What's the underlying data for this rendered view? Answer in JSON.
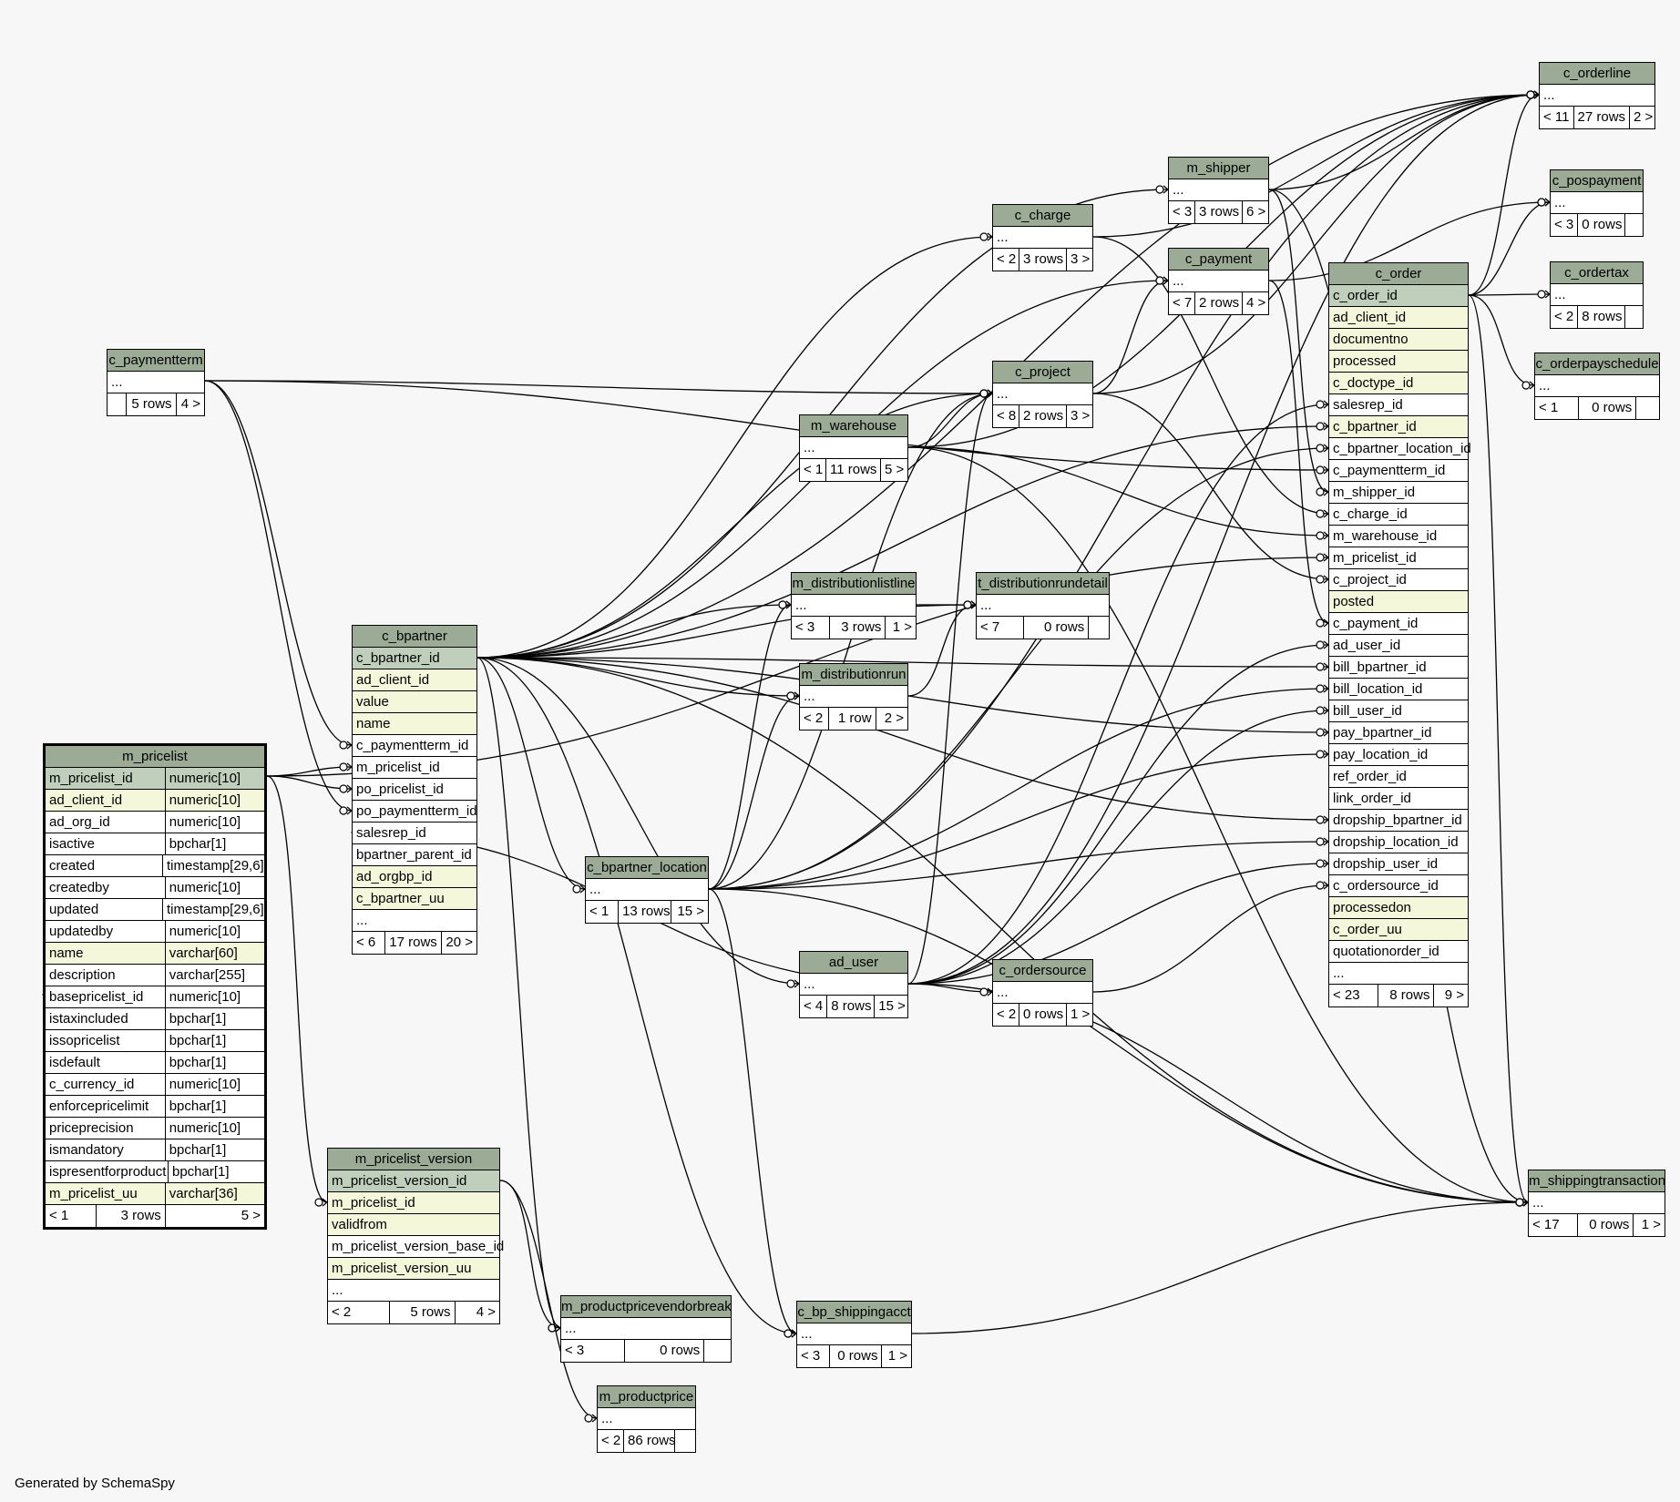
{
  "footer": "Generated by SchemaSpy",
  "colors": {
    "header": "#9bab96",
    "pk": "#bfcfbb",
    "fk": "#f4f7da",
    "background": "#f7f7f7"
  },
  "tables": [
    {
      "id": "c_orderline",
      "title": "c_orderline",
      "rows": [
        {
          "cols": [
            "..."
          ]
        }
      ],
      "footer": [
        "< 11",
        "27 rows",
        "2 >"
      ]
    },
    {
      "id": "m_shipper",
      "title": "m_shipper",
      "rows": [
        {
          "cols": [
            "..."
          ]
        }
      ],
      "footer": [
        "< 3",
        "3 rows",
        "6 >"
      ]
    },
    {
      "id": "c_pospayment",
      "title": "c_pospayment",
      "rows": [
        {
          "cols": [
            "..."
          ]
        }
      ],
      "footer": [
        "< 3",
        "0 rows",
        ""
      ]
    },
    {
      "id": "c_charge",
      "title": "c_charge",
      "rows": [
        {
          "cols": [
            "..."
          ]
        }
      ],
      "footer": [
        "< 2",
        "3 rows",
        "3 >"
      ]
    },
    {
      "id": "c_payment",
      "title": "c_payment",
      "rows": [
        {
          "cols": [
            "..."
          ]
        }
      ],
      "footer": [
        "< 7",
        "2 rows",
        "4 >"
      ]
    },
    {
      "id": "c_ordertax",
      "title": "c_ordertax",
      "rows": [
        {
          "cols": [
            "..."
          ]
        }
      ],
      "footer": [
        "< 2",
        "8 rows",
        ""
      ]
    },
    {
      "id": "c_orderpayschedule",
      "title": "c_orderpayschedule",
      "rows": [
        {
          "cols": [
            "..."
          ]
        }
      ],
      "footer": [
        "< 1",
        "0 rows",
        ""
      ]
    },
    {
      "id": "c_order",
      "title": "c_order",
      "rows": [
        {
          "cols": [
            "c_order_id"
          ],
          "kind": "pk"
        },
        {
          "cols": [
            "ad_client_id"
          ],
          "kind": "fk"
        },
        {
          "cols": [
            "documentno"
          ],
          "kind": "fk"
        },
        {
          "cols": [
            "processed"
          ],
          "kind": "fk"
        },
        {
          "cols": [
            "c_doctype_id"
          ],
          "kind": "fk"
        },
        {
          "cols": [
            "salesrep_id"
          ]
        },
        {
          "cols": [
            "c_bpartner_id"
          ],
          "kind": "fk"
        },
        {
          "cols": [
            "c_bpartner_location_id"
          ]
        },
        {
          "cols": [
            "c_paymentterm_id"
          ]
        },
        {
          "cols": [
            "m_shipper_id"
          ]
        },
        {
          "cols": [
            "c_charge_id"
          ]
        },
        {
          "cols": [
            "m_warehouse_id"
          ]
        },
        {
          "cols": [
            "m_pricelist_id"
          ]
        },
        {
          "cols": [
            "c_project_id"
          ]
        },
        {
          "cols": [
            "posted"
          ],
          "kind": "fk"
        },
        {
          "cols": [
            "c_payment_id"
          ]
        },
        {
          "cols": [
            "ad_user_id"
          ]
        },
        {
          "cols": [
            "bill_bpartner_id"
          ]
        },
        {
          "cols": [
            "bill_location_id"
          ]
        },
        {
          "cols": [
            "bill_user_id"
          ]
        },
        {
          "cols": [
            "pay_bpartner_id"
          ]
        },
        {
          "cols": [
            "pay_location_id"
          ]
        },
        {
          "cols": [
            "ref_order_id"
          ]
        },
        {
          "cols": [
            "link_order_id"
          ]
        },
        {
          "cols": [
            "dropship_bpartner_id"
          ]
        },
        {
          "cols": [
            "dropship_location_id"
          ]
        },
        {
          "cols": [
            "dropship_user_id"
          ]
        },
        {
          "cols": [
            "c_ordersource_id"
          ]
        },
        {
          "cols": [
            "processedon"
          ],
          "kind": "fk"
        },
        {
          "cols": [
            "c_order_uu"
          ],
          "kind": "fk"
        },
        {
          "cols": [
            "quotationorder_id"
          ]
        },
        {
          "cols": [
            "..."
          ]
        }
      ],
      "footer": [
        "< 23",
        "8 rows",
        "9 >"
      ]
    },
    {
      "id": "c_project",
      "title": "c_project",
      "rows": [
        {
          "cols": [
            "..."
          ]
        }
      ],
      "footer": [
        "< 8",
        "2 rows",
        "3 >"
      ]
    },
    {
      "id": "m_warehouse",
      "title": "m_warehouse",
      "rows": [
        {
          "cols": [
            "..."
          ]
        }
      ],
      "footer": [
        "< 1",
        "11 rows",
        "5 >"
      ]
    },
    {
      "id": "c_paymentterm",
      "title": "c_paymentterm",
      "rows": [
        {
          "cols": [
            "..."
          ]
        }
      ],
      "footer": [
        "",
        "5 rows",
        "4 >"
      ]
    },
    {
      "id": "m_distributionlistline",
      "title": "m_distributionlistline",
      "rows": [
        {
          "cols": [
            "..."
          ]
        }
      ],
      "footer": [
        "< 3",
        "3 rows",
        "1 >"
      ]
    },
    {
      "id": "t_distributionrundetail",
      "title": "t_distributionrundetail",
      "rows": [
        {
          "cols": [
            "..."
          ]
        }
      ],
      "footer": [
        "< 7",
        "0 rows",
        ""
      ]
    },
    {
      "id": "c_bpartner",
      "title": "c_bpartner",
      "rows": [
        {
          "cols": [
            "c_bpartner_id"
          ],
          "kind": "pk"
        },
        {
          "cols": [
            "ad_client_id"
          ],
          "kind": "fk"
        },
        {
          "cols": [
            "value"
          ],
          "kind": "fk"
        },
        {
          "cols": [
            "name"
          ],
          "kind": "fk"
        },
        {
          "cols": [
            "c_paymentterm_id"
          ]
        },
        {
          "cols": [
            "m_pricelist_id"
          ]
        },
        {
          "cols": [
            "po_pricelist_id"
          ]
        },
        {
          "cols": [
            "po_paymentterm_id"
          ]
        },
        {
          "cols": [
            "salesrep_id"
          ]
        },
        {
          "cols": [
            "bpartner_parent_id"
          ]
        },
        {
          "cols": [
            "ad_orgbp_id"
          ],
          "kind": "fk"
        },
        {
          "cols": [
            "c_bpartner_uu"
          ],
          "kind": "fk"
        },
        {
          "cols": [
            "..."
          ]
        }
      ],
      "footer": [
        "< 6",
        "17 rows",
        "20 >"
      ]
    },
    {
      "id": "m_distributionrun",
      "title": "m_distributionrun",
      "rows": [
        {
          "cols": [
            "..."
          ]
        }
      ],
      "footer": [
        "< 2",
        "1 row",
        "2 >"
      ]
    },
    {
      "id": "m_pricelist",
      "title": "m_pricelist",
      "focus": true,
      "rows": [
        {
          "cols": [
            "m_pricelist_id",
            "numeric[10]"
          ],
          "kind": "pk"
        },
        {
          "cols": [
            "ad_client_id",
            "numeric[10]"
          ],
          "kind": "fk"
        },
        {
          "cols": [
            "ad_org_id",
            "numeric[10]"
          ]
        },
        {
          "cols": [
            "isactive",
            "bpchar[1]"
          ]
        },
        {
          "cols": [
            "created",
            "timestamp[29,6]"
          ]
        },
        {
          "cols": [
            "createdby",
            "numeric[10]"
          ]
        },
        {
          "cols": [
            "updated",
            "timestamp[29,6]"
          ]
        },
        {
          "cols": [
            "updatedby",
            "numeric[10]"
          ]
        },
        {
          "cols": [
            "name",
            "varchar[60]"
          ],
          "kind": "fk"
        },
        {
          "cols": [
            "description",
            "varchar[255]"
          ]
        },
        {
          "cols": [
            "basepricelist_id",
            "numeric[10]"
          ]
        },
        {
          "cols": [
            "istaxincluded",
            "bpchar[1]"
          ]
        },
        {
          "cols": [
            "issopricelist",
            "bpchar[1]"
          ]
        },
        {
          "cols": [
            "isdefault",
            "bpchar[1]"
          ]
        },
        {
          "cols": [
            "c_currency_id",
            "numeric[10]"
          ]
        },
        {
          "cols": [
            "enforcepricelimit",
            "bpchar[1]"
          ]
        },
        {
          "cols": [
            "priceprecision",
            "numeric[10]"
          ]
        },
        {
          "cols": [
            "ismandatory",
            "bpchar[1]"
          ]
        },
        {
          "cols": [
            "ispresentforproduct",
            "bpchar[1]"
          ]
        },
        {
          "cols": [
            "m_pricelist_uu",
            "varchar[36]"
          ],
          "kind": "fk"
        }
      ],
      "footer": [
        "< 1",
        "3 rows",
        "5 >"
      ]
    },
    {
      "id": "c_bpartner_location",
      "title": "c_bpartner_location",
      "rows": [
        {
          "cols": [
            "..."
          ]
        }
      ],
      "footer": [
        "< 1",
        "13 rows",
        "15 >"
      ]
    },
    {
      "id": "ad_user",
      "title": "ad_user",
      "rows": [
        {
          "cols": [
            "..."
          ]
        }
      ],
      "footer": [
        "< 4",
        "8 rows",
        "15 >"
      ]
    },
    {
      "id": "c_ordersource",
      "title": "c_ordersource",
      "rows": [
        {
          "cols": [
            "..."
          ]
        }
      ],
      "footer": [
        "< 2",
        "0 rows",
        "1 >"
      ]
    },
    {
      "id": "m_shippingtransaction",
      "title": "m_shippingtransaction",
      "rows": [
        {
          "cols": [
            "..."
          ]
        }
      ],
      "footer": [
        "< 17",
        "0 rows",
        "1 >"
      ]
    },
    {
      "id": "m_pricelist_version",
      "title": "m_pricelist_version",
      "rows": [
        {
          "cols": [
            "m_pricelist_version_id"
          ],
          "kind": "pk"
        },
        {
          "cols": [
            "m_pricelist_id"
          ],
          "kind": "fk"
        },
        {
          "cols": [
            "validfrom"
          ],
          "kind": "fk"
        },
        {
          "cols": [
            "m_pricelist_version_base_id"
          ]
        },
        {
          "cols": [
            "m_pricelist_version_uu"
          ],
          "kind": "fk"
        },
        {
          "cols": [
            "..."
          ]
        }
      ],
      "footer": [
        "< 2",
        "5 rows",
        "4 >"
      ]
    },
    {
      "id": "m_productpricevendorbreak",
      "title": "m_productpricevendorbreak",
      "rows": [
        {
          "cols": [
            "..."
          ]
        }
      ],
      "footer": [
        "< 3",
        "0 rows",
        ""
      ]
    },
    {
      "id": "c_bp_shippingacct",
      "title": "c_bp_shippingacct",
      "rows": [
        {
          "cols": [
            "..."
          ]
        }
      ],
      "footer": [
        "< 3",
        "0 rows",
        "1 >"
      ]
    },
    {
      "id": "m_productprice",
      "title": "m_productprice",
      "rows": [
        {
          "cols": [
            "..."
          ]
        }
      ],
      "footer": [
        "< 2",
        "86 rows",
        ""
      ]
    }
  ]
}
